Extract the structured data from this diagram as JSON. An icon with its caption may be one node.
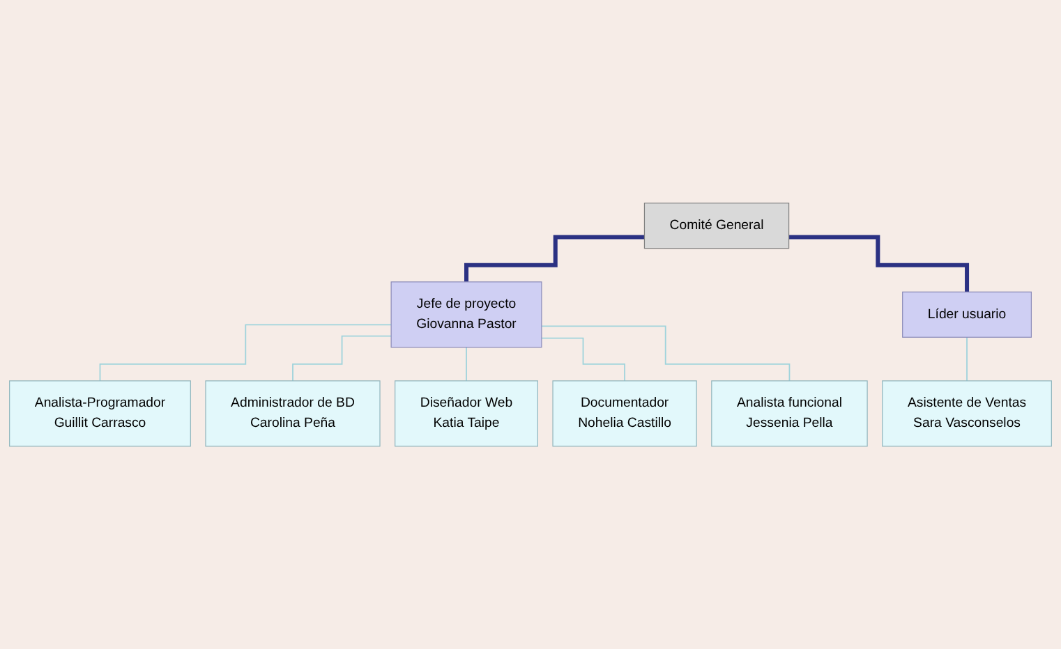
{
  "diagram": {
    "nodes": [
      {
        "text": [
          "Comité General"
        ]
      },
      {
        "text": [
          "Jefe de proyecto",
          "Giovanna Pastor"
        ]
      },
      {
        "text": [
          "Líder usuario"
        ]
      },
      {
        "text": [
          "Analista-Programador",
          "Guillit Carrasco"
        ]
      },
      {
        "text": [
          "Administrador de BD",
          "Carolina Peña"
        ]
      },
      {
        "text": [
          "Diseñador Web",
          "Katia Taipe"
        ]
      },
      {
        "text": [
          "Documentador",
          "Nohelia Castillo"
        ]
      },
      {
        "text": [
          "Analista funcional",
          "Jessenia Pella"
        ]
      },
      {
        "text": [
          "Asistente de Ventas",
          "Sara Vasconselos"
        ]
      }
    ],
    "edges": [
      {
        "from": 0,
        "to": 1,
        "arrow": "none",
        "style": "thick",
        "color": "#2b3183"
      },
      {
        "from": 0,
        "to": 2,
        "arrow": "none",
        "style": "thick",
        "color": "#2b3183"
      },
      {
        "from": 1,
        "to": 3,
        "arrow": "none"
      },
      {
        "from": 1,
        "to": 4,
        "arrow": "none"
      },
      {
        "from": 1,
        "to": 5,
        "arrow": "none"
      },
      {
        "from": 1,
        "to": 6,
        "arrow": "none"
      },
      {
        "from": 1,
        "to": 7,
        "arrow": "none"
      },
      {
        "from": 2,
        "to": 8,
        "arrow": "none"
      }
    ]
  }
}
